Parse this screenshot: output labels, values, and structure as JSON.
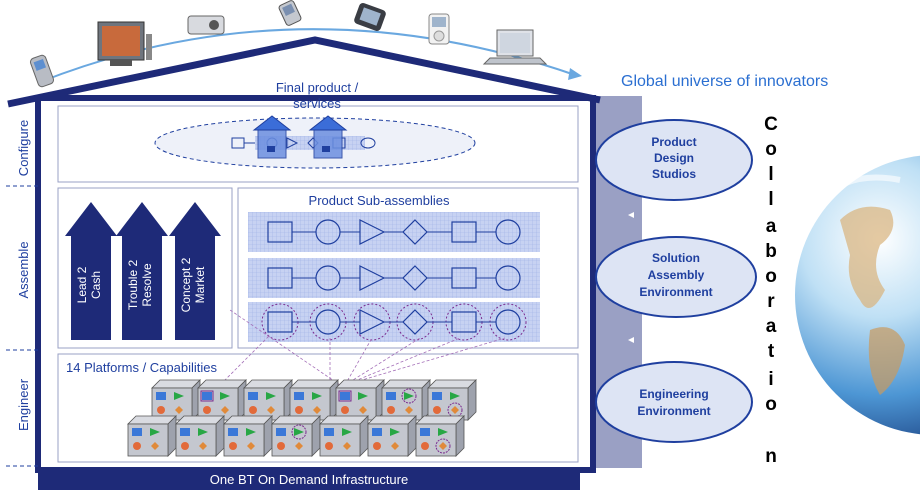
{
  "header": {
    "title": "Global universe of innovators"
  },
  "house": {
    "layers": [
      "Configure",
      "Assemble",
      "Engineer"
    ],
    "final_product": [
      "Final product /",
      "services"
    ],
    "sub_assemblies_title": "Product Sub-assemblies",
    "platforms_title": "14 Platforms / Capabilities",
    "infrastructure": "One BT On Demand Infrastructure",
    "arrows": [
      {
        "line1": "Lead 2",
        "line2": "Cash"
      },
      {
        "line1": "Trouble 2",
        "line2": "Resolve"
      },
      {
        "line1": "Concept 2",
        "line2": "Market"
      }
    ]
  },
  "environments": [
    {
      "lines": [
        "Product",
        "Design",
        "Studios"
      ]
    },
    {
      "lines": [
        "Solution",
        "Assembly",
        "Environment"
      ]
    },
    {
      "lines": [
        "Engineering",
        "Environment"
      ]
    }
  ],
  "collaboration_letters": [
    "C",
    "o",
    "l",
    "l",
    "a",
    "b",
    "o",
    "r",
    "a",
    "t",
    "i",
    "o",
    "n"
  ],
  "devices": [
    "phone-icon",
    "tv-icon",
    "projector-icon",
    "flip-phone-icon",
    "pda-icon",
    "ipod-icon",
    "laptop-icon"
  ],
  "colors": {
    "navy": "#1e2a78",
    "blue": "#1f3f9f",
    "light_blue": "#2b6fd1",
    "panel": "#9aa0c4",
    "ellipse": "#dde4f4",
    "grid": "#b9c6ec"
  }
}
